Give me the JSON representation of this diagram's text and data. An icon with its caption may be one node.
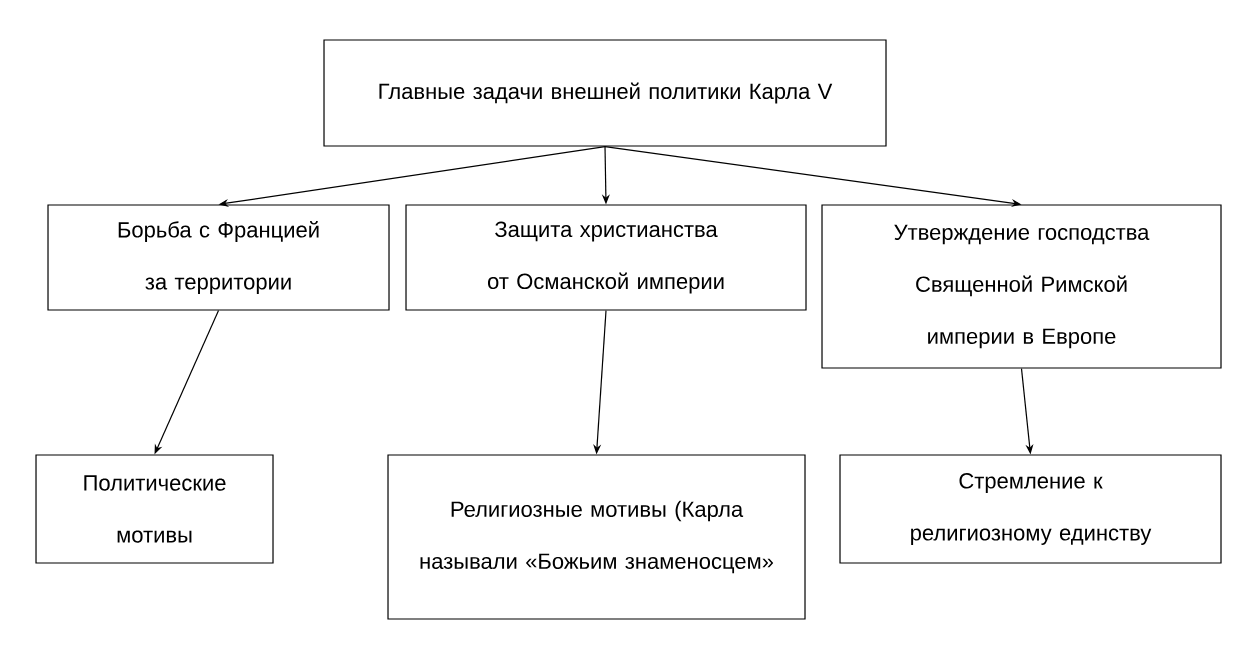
{
  "diagram": {
    "nodes": [
      {
        "text": [
          "Главные задачи внешней политики Карла V"
        ]
      },
      {
        "text": [
          "Борьба с Францией за территории"
        ]
      },
      {
        "text": [
          "Защита христианства от Османской империи"
        ]
      },
      {
        "text": [
          "Утверждение господства Священной Римской империи в Европе"
        ]
      },
      {
        "text": [
          "Политические мотивы"
        ]
      },
      {
        "text": [
          "Религиозные мотивы (Карла называли «Божьим знаменосцем»"
        ]
      },
      {
        "text": [
          "Стремление к религиозному единству"
        ]
      }
    ],
    "edges": [
      {
        "from": 0,
        "to": 1,
        "arrow": "to"
      },
      {
        "from": 0,
        "to": 2,
        "arrow": "to"
      },
      {
        "from": 0,
        "to": 3,
        "arrow": "to"
      },
      {
        "from": 1,
        "to": 4,
        "arrow": "to"
      },
      {
        "from": 2,
        "to": 5,
        "arrow": "to"
      },
      {
        "from": 3,
        "to": 6,
        "arrow": "to"
      }
    ]
  }
}
